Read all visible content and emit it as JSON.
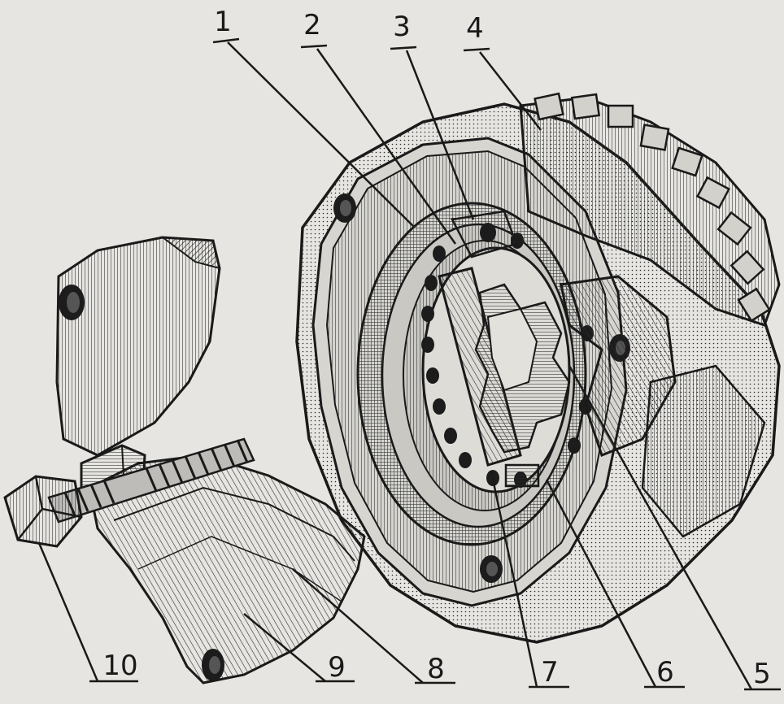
{
  "figure": {
    "background_color": "#e6e5e1",
    "ink_color": "#1a1a1a",
    "callouts": [
      {
        "id": "1",
        "label": "1"
      },
      {
        "id": "2",
        "label": "2"
      },
      {
        "id": "3",
        "label": "3"
      },
      {
        "id": "4",
        "label": "4"
      },
      {
        "id": "5",
        "label": "5"
      },
      {
        "id": "6",
        "label": "6"
      },
      {
        "id": "7",
        "label": "7"
      },
      {
        "id": "8",
        "label": "8"
      },
      {
        "id": "9",
        "label": "9"
      },
      {
        "id": "10",
        "label": "10"
      }
    ]
  }
}
